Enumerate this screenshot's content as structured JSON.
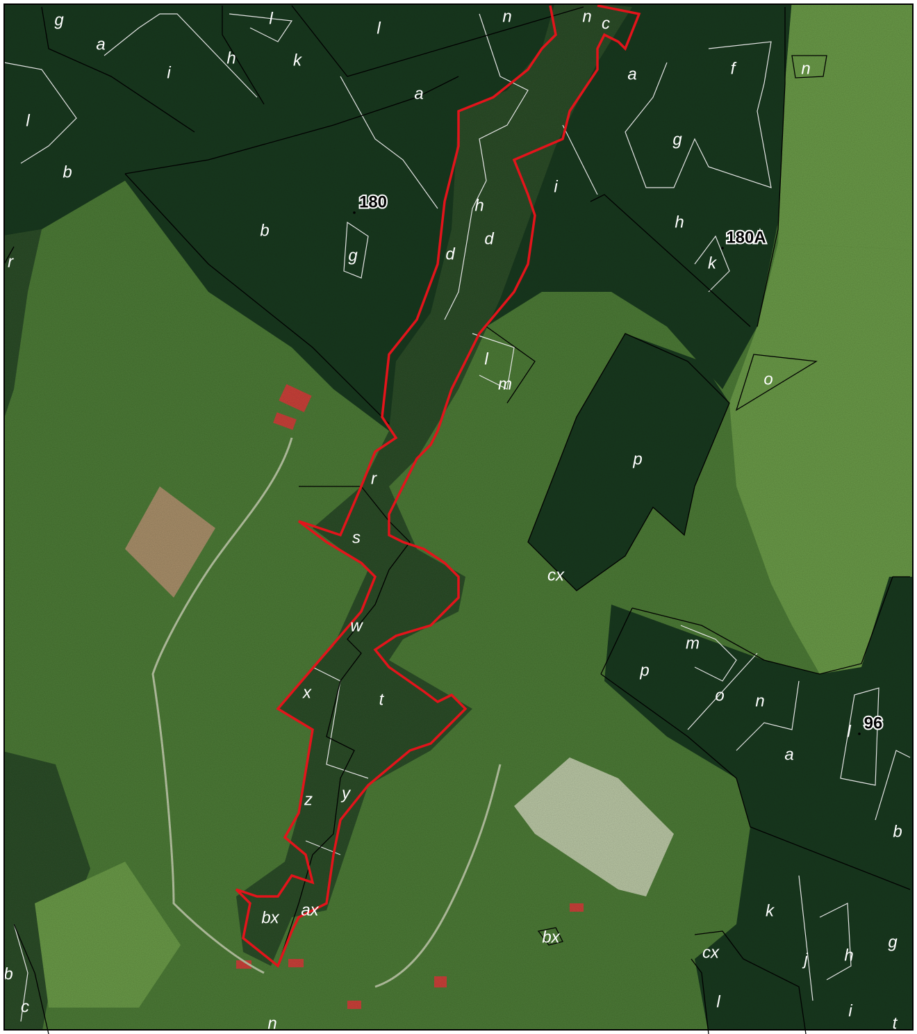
{
  "map": {
    "colors": {
      "frame": "#000000",
      "forest_dark": "#1f3a22",
      "forest_mid": "#2f4e2c",
      "meadow": "#4d7a38",
      "meadow_light": "#6b9a48",
      "field_pale": "#b9c6a4",
      "field_brown": "#a88f6a",
      "boundary_black": "#000000",
      "boundary_white": "#e6e6e6",
      "highlight_red": "#e3141b",
      "roof_red": "#c9423a"
    },
    "compartment_numbers": [
      {
        "text": "180"
      },
      {
        "text": "180A"
      },
      {
        "text": "96"
      }
    ],
    "subdivision_labels": [
      {
        "text": "g"
      },
      {
        "text": "l"
      },
      {
        "text": "l"
      },
      {
        "text": "n"
      },
      {
        "text": "n"
      },
      {
        "text": "c"
      },
      {
        "text": "a"
      },
      {
        "text": "i"
      },
      {
        "text": "h"
      },
      {
        "text": "k"
      },
      {
        "text": "n"
      },
      {
        "text": "a"
      },
      {
        "text": "a"
      },
      {
        "text": "f"
      },
      {
        "text": "l"
      },
      {
        "text": "b"
      },
      {
        "text": "g"
      },
      {
        "text": "i"
      },
      {
        "text": "b"
      },
      {
        "text": "h"
      },
      {
        "text": "d"
      },
      {
        "text": "d"
      },
      {
        "text": "h"
      },
      {
        "text": "r"
      },
      {
        "text": "g"
      },
      {
        "text": "k"
      },
      {
        "text": "l"
      },
      {
        "text": "m"
      },
      {
        "text": "o"
      },
      {
        "text": "p"
      },
      {
        "text": "r"
      },
      {
        "text": "s"
      },
      {
        "text": "cx"
      },
      {
        "text": "w"
      },
      {
        "text": "m"
      },
      {
        "text": "p"
      },
      {
        "text": "x"
      },
      {
        "text": "t"
      },
      {
        "text": "o"
      },
      {
        "text": "n"
      },
      {
        "text": "l"
      },
      {
        "text": "a"
      },
      {
        "text": "z"
      },
      {
        "text": "y"
      },
      {
        "text": "b"
      },
      {
        "text": "k"
      },
      {
        "text": "bx"
      },
      {
        "text": "ax"
      },
      {
        "text": "bx"
      },
      {
        "text": "cx"
      },
      {
        "text": "g"
      },
      {
        "text": "j"
      },
      {
        "text": "h"
      },
      {
        "text": "b"
      },
      {
        "text": "c"
      },
      {
        "text": "l"
      },
      {
        "text": "i"
      },
      {
        "text": "n"
      },
      {
        "text": "t"
      }
    ]
  }
}
